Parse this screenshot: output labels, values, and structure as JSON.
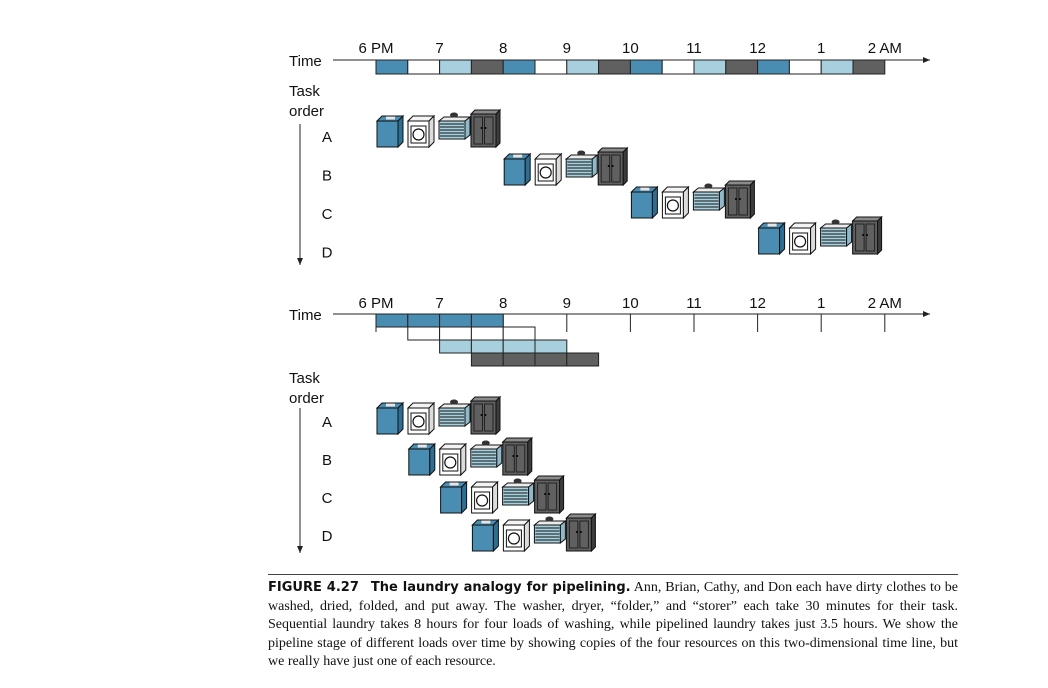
{
  "colors": {
    "washer": "#4a8db3",
    "dryer": "#ffffff",
    "folder": "#a7cfdd",
    "storer": "#606060",
    "line": "#222222"
  },
  "icons": [
    "washer-icon",
    "dryer-icon",
    "folder-icon",
    "storer-icon"
  ],
  "sequential": {
    "time_label": "Time",
    "task_order_label": [
      "Task",
      "order"
    ],
    "time_ticks": [
      "6 PM",
      "7",
      "8",
      "9",
      "10",
      "11",
      "12",
      "1",
      "2 AM"
    ],
    "tasks": [
      "A",
      "B",
      "C",
      "D"
    ]
  },
  "pipelined": {
    "time_label": "Time",
    "task_order_label": [
      "Task",
      "order"
    ],
    "time_ticks": [
      "6 PM",
      "7",
      "8",
      "9",
      "10",
      "11",
      "12",
      "1",
      "2 AM"
    ],
    "tasks": [
      "A",
      "B",
      "C",
      "D"
    ]
  },
  "caption": {
    "label": "FIGURE 4.27",
    "title": "The laundry analogy for pipelining.",
    "text": "Ann, Brian, Cathy, and Don each have dirty clothes to be washed, dried, folded, and put away. The washer, dryer, “folder,” and “storer” each take 30 minutes for their task. Sequential laundry takes 8 hours for four loads of washing, while pipelined laundry takes just 3.5 hours. We show the pipeline stage of different loads over time by showing copies of the four resources on this two-dimensional time line, but we really have just one of each resource."
  }
}
